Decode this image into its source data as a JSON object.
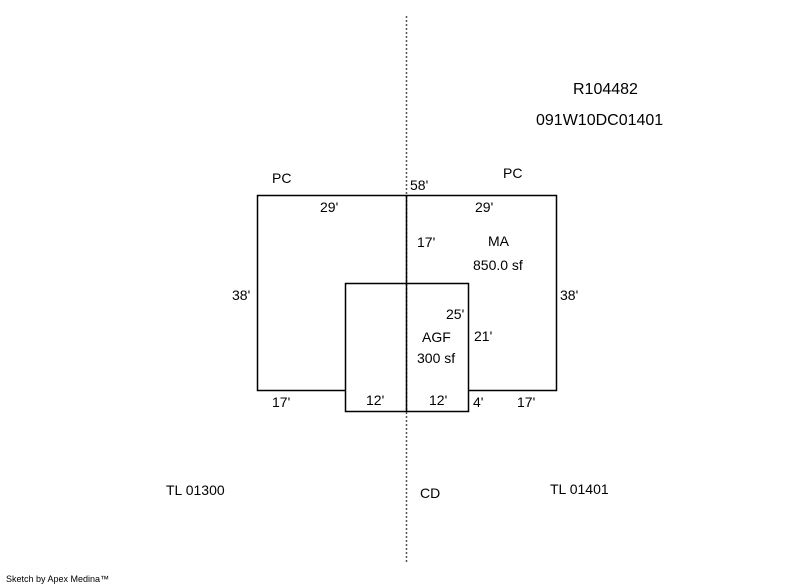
{
  "header": {
    "account_id": "R104482",
    "map_tax_lot": "091W10DC01401"
  },
  "areas": {
    "main": {
      "code": "MA",
      "area": "850.0 sf"
    },
    "garage": {
      "code": "AGF",
      "area": "300 sf"
    }
  },
  "porches": {
    "left": "PC",
    "right": "PC"
  },
  "dimensions": {
    "top_total": "58'",
    "top_left": "29'",
    "top_right": "29'",
    "center_upper": "17'",
    "left_height": "38'",
    "right_height": "38'",
    "garage_depth": "25'",
    "garage_right": "21'",
    "bottom_left": "17'",
    "garage_bottom_left": "12'",
    "garage_bottom_right": "12'",
    "bottom_jog": "4'",
    "bottom_right": "17'"
  },
  "neighbors": {
    "left_lot": "TL 01300",
    "road": "CD",
    "right_lot": "TL 01401"
  },
  "footer": {
    "credit": "Sketch by Apex Medina™"
  },
  "colors": {
    "line": "#000000",
    "property_line": "#555555",
    "background": "#ffffff"
  }
}
